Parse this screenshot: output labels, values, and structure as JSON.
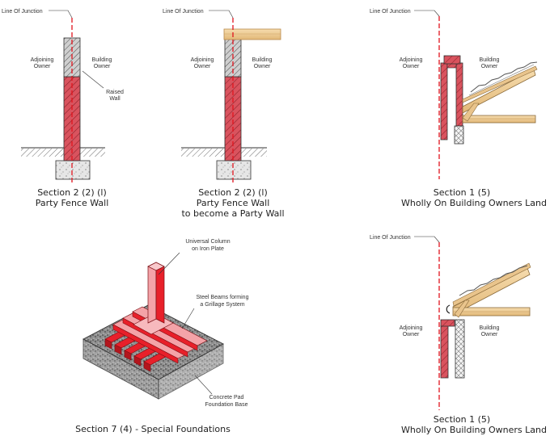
{
  "labels": {
    "line_of_junction": "Line Of Junction",
    "adjoining": "Adjoining",
    "owner": "Owner",
    "building": "Building",
    "raised": "Raised",
    "wall": "Wall",
    "universal_column_1": "Universal Column",
    "universal_column_2": "on Iron Plate",
    "steel_beams_1": "Steel Beams forming",
    "steel_beams_2": "a Grillage System",
    "concrete_pad_1": "Concrete Pad",
    "concrete_pad_2": "Foundation Base"
  },
  "captions": {
    "d1_line1": "Section 2 (2) (l)",
    "d1_line2": "Party Fence Wall",
    "d2_line1": "Section 2 (2) (l)",
    "d2_line2": "Party Fence Wall",
    "d2_line3": "to become a Party Wall",
    "d3_line1": "Section 1 (5)",
    "d3_line2": "Wholly On Building Owners Land",
    "d4_line1": "Section 7 (4) -  Special Foundations",
    "d5_line1": "Section 1 (5)",
    "d5_line2": "Wholly On Building Owners Land"
  },
  "colors": {
    "brick": "#d9535e",
    "brick_light": "#f08a90",
    "junction": "#e0141e",
    "timber": "#f2cf9a",
    "timber_edge": "#b98a4c",
    "masonry_grey": "#9a9a9a",
    "concrete": "#e4e4e4",
    "steel": "#e8202a"
  }
}
